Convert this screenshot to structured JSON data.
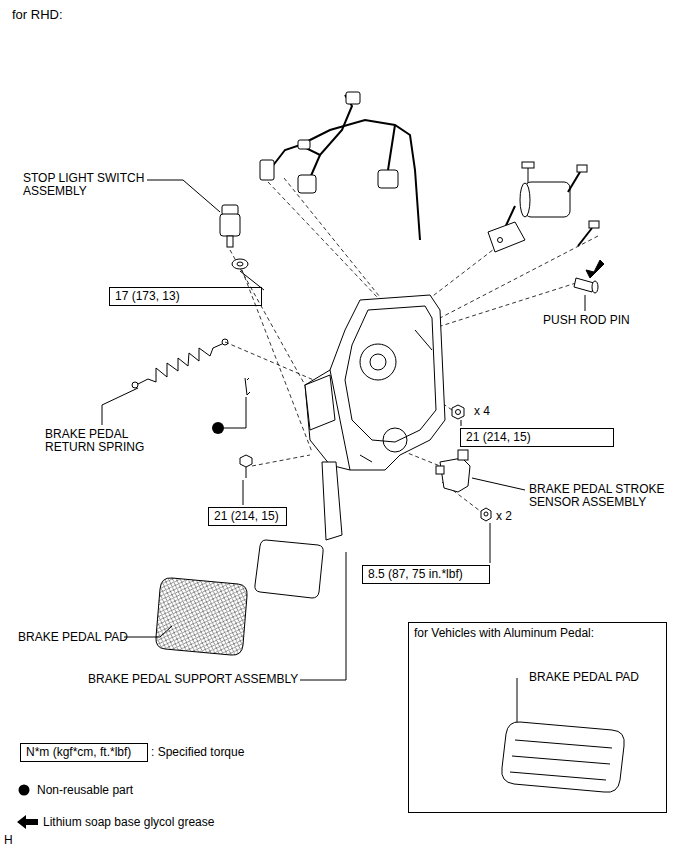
{
  "diagram": {
    "title": "for RHD:",
    "nodes": [
      {
        "text": [
          "17 (173, 13)"
        ]
      },
      {
        "text": [
          "21 (214, 15)"
        ]
      },
      {
        "text": [
          "21 (214, 15)"
        ]
      },
      {
        "text": [
          "8.5 (87, 75 in.*lbf)"
        ]
      },
      {
        "text": [
          "for Vehicles with Aluminum Pedal:",
          "BRAKE PEDAL PAD"
        ]
      },
      {
        "text": [
          "N*m (kgf*cm, ft.*lbf)"
        ]
      }
    ],
    "labels": [
      "STOP LIGHT SWITCH ASSEMBLY",
      "PUSH ROD PIN",
      "BRAKE PEDAL RETURN SPRING",
      "x 4",
      "BRAKE PEDAL STROKE SENSOR ASSEMBLY",
      "x 2",
      "BRAKE PEDAL PAD",
      "BRAKE PEDAL SUPPORT ASSEMBLY",
      "H"
    ],
    "legend": [
      {
        "text": ": Specified torque"
      },
      {
        "text": "Non-reusable part"
      },
      {
        "text": "Lithium soap base glycol grease"
      }
    ]
  }
}
